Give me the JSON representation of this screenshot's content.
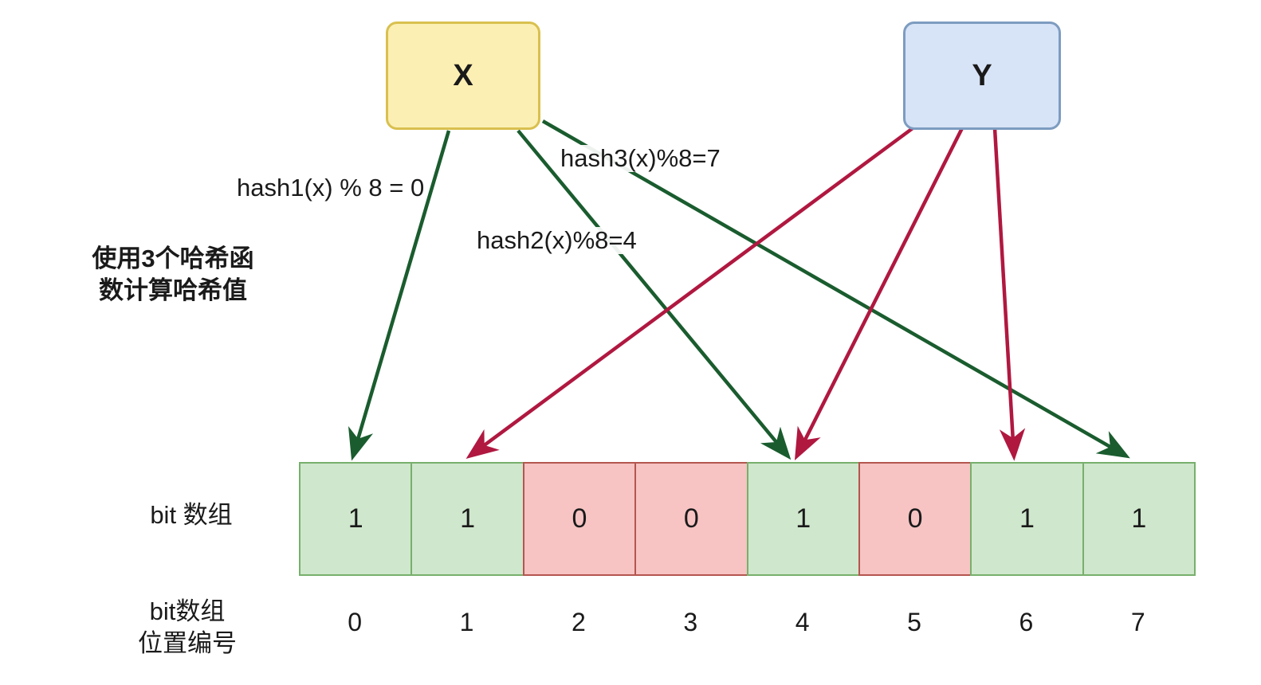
{
  "diagram": {
    "title": "Bloom Filter hash mapping diagram",
    "background_color": "#ffffff"
  },
  "nodes": [
    {
      "id": "x",
      "label": "X",
      "fill": "#fbefb3",
      "stroke": "#d9c04f"
    },
    {
      "id": "y",
      "label": "Y",
      "fill": "#d7e3f7",
      "stroke": "#7d9cc0"
    }
  ],
  "hash_labels": {
    "hash1": "hash1(x) % 8 = 0",
    "hash2": "hash2(x)%8=4",
    "hash3": "hash3(x)%8=7"
  },
  "captions": {
    "hash_note": "使用3个哈希函\n数计算哈希值",
    "bit_array": "bit 数组",
    "bit_index": "bit数组\n位置编号"
  },
  "bit_array": {
    "values": [
      "1",
      "1",
      "0",
      "0",
      "1",
      "0",
      "1",
      "1"
    ],
    "indices": [
      "0",
      "1",
      "2",
      "3",
      "4",
      "5",
      "6",
      "7"
    ],
    "on_fill": "#cfe7cc",
    "on_stroke": "#77b06c",
    "off_fill": "#f7c3c3",
    "off_stroke": "#b4564f"
  },
  "edges": {
    "x_color": "#1a5c2e",
    "y_color": "#b01840",
    "x_targets": [
      0,
      4,
      7
    ],
    "y_targets": [
      1,
      4,
      6
    ]
  }
}
